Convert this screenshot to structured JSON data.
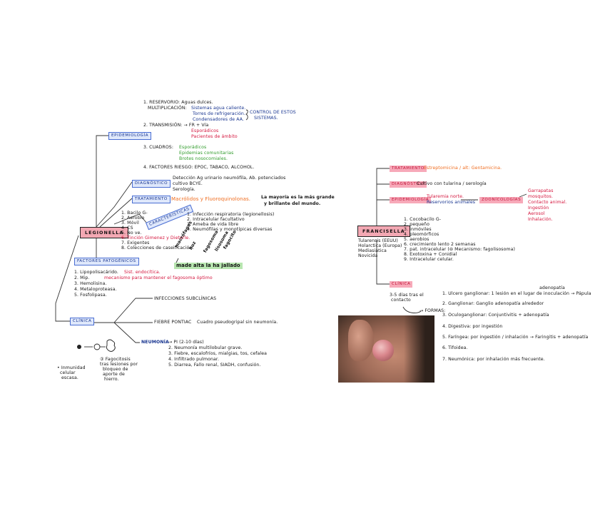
{
  "left": {
    "main": "LEGIONELLA",
    "epi_label": "EPIDEMIOLOGÍA",
    "epi": {
      "l1a": "1. RESERVORIO: Aguas dulces.",
      "l1b": "MULTIPLICACIÓN:",
      "l1c": "Sistemas agua caliente.",
      "l1d": "Torres de refrigeración.",
      "l1e": "Condensadores de AA.",
      "ctrl1": "CONTROL DE ESTOS",
      "ctrl2": "SISTEMAS.",
      "l2a": "2. TRANSMISIÓN: → FR + Vía",
      "l2b": "Esporádicos",
      "l2c": "Pacientes de ámbito",
      "l3a": "3. CUADROS:",
      "l3b": "Esporádicos",
      "l3c": "Epidemias comunitarias",
      "l3d": "Brotes nosocomiales.",
      "l4": "4. FACTORES RIESGO: EPOC, TABACO, ALCOHOL."
    },
    "diag_label": "DIAGNÓSTICO",
    "diag": [
      "Detección Ag urinario neumófila, Ab. potenciados",
      "cultivo BCYE.",
      "Serología."
    ],
    "trat_label": "TRATAMIENTO",
    "trat": "Macrólidos y Fluoroquinolonas.",
    "trat_note1": "La mayoría es la más grande",
    "trat_note2": "y brillante del mundo.",
    "car_label": "CARACTERÍSTICAS",
    "car_left": [
      "1. Bacilo G-",
      "2. Aerobio",
      "3. Móvil",
      "4. CS",
      "5. No ve.",
      "6. Tinción Gimenez y Dieterle.",
      "7. Exigentes",
      "8. Colecciones de caseificación."
    ],
    "car_right": [
      "1. Infección respiratoria (legionellosis)",
      "2. Intracelular facultativo",
      "3. Ameba de vida libre",
      "4. Neumófilas y monotípicas diversas"
    ],
    "pat_label": "FACTORES PATOGÉNICOS",
    "pat": [
      "1. Lipopolisacárido.",
      "2. Mip.",
      "3. Hemolisina.",
      "4. Metaloproteasa.",
      "5. Fosfolipasa."
    ],
    "pat_red": "Sist. endocítica.",
    "pat_red2": "mecanismo para mantener el fagosoma óptimo",
    "hand": [
      "macrófagos",
      "hoz",
      "fagosoma",
      "lisosoma",
      "fagocito"
    ],
    "hand_box": "made alta la ha jallado",
    "clin_label": "CLÍNICA",
    "clin1": "INFECCIONES SUBCLÍNICAS",
    "clin2a": "FIEBRE PONTIAC",
    "clin2b": "Cuadro pseudogripal sin neumonía.",
    "clin3a": "NEUMONÍA",
    "clin3b": "→ PI (2-10 días)",
    "clin3": [
      "2. Neumonía multilobular grave.",
      "3. Fiebre, escalofríos, mialgias, tos, cefalea",
      "4. Infiltrado pulmonar.",
      "5. Diarrea, Fallo renal, SIADH, confusión."
    ],
    "draw_note1": [
      "• Inmunidad",
      "celular",
      "escasa."
    ],
    "draw_note2": [
      "③ Fagocitosis",
      "tras lesiones por",
      "bloqueo de",
      "aporte de",
      "hierro."
    ]
  },
  "right": {
    "main": "FRANCISELLA",
    "trat_label": "TRATAMIENTO",
    "trat": "Estreptomicina / alt: Gentamicina.",
    "diag_label": "DIAGNÓSTICO",
    "diag": "Cultivo con tularina / serología",
    "epi_label": "EPIDEMIOLOGÍA",
    "epi1": "Tularemia norte.",
    "epi2": "Reservorios animales",
    "epi_box": "ZOONÍCOLOGÍAS",
    "epi_out": [
      "Garrapatas",
      "mosquitos.",
      "Contacto animal.",
      "Ingestión",
      "Aerosol",
      "Inhalación."
    ],
    "sp": [
      "Tularensis (EEUU)",
      "Holarctica (Europa)",
      "Mediasiatica",
      "Novicida"
    ],
    "props": [
      "1. Cocobacilo G-",
      "2. pequeño",
      "3. inmóviles",
      "4. pleomórficos",
      "5. aerobios",
      "6. crecimiento lento 2 semanas",
      "7. pat. intracelular (⊖ Mecanismo: fagolisosoma)",
      "8. Exotoxina + Conidial",
      "9. Intracelular celular."
    ],
    "clin_label": "CLÍNICA",
    "clin_note1": "3-5 días tras el",
    "clin_note2": "contacto",
    "clin_note3": "→ FORMAS:",
    "clin": [
      "1. Ulcero ganglionar: 1 lesión en el lugar de inoculación → Pápula",
      "2. Ganglionar: Ganglio adenopatía alrededor",
      "3. Oculoganglionar: Conjuntivitis + adenopatía",
      "4. Digestiva: por ingestión",
      "5. Faríngea: por ingestión / inhalación → Faringitis + adenopatía",
      "6. Tifoidea.",
      "7. Neumónica: por inhalación más frecuente."
    ],
    "ul_note": "adenopatía"
  },
  "colors": {
    "blue": "#16338f",
    "red": "#d4143c",
    "green": "#2f9b2a",
    "orange": "#ef6b1d",
    "pink_box": "#f7a9b9",
    "main_box": "#f3a8b3"
  }
}
